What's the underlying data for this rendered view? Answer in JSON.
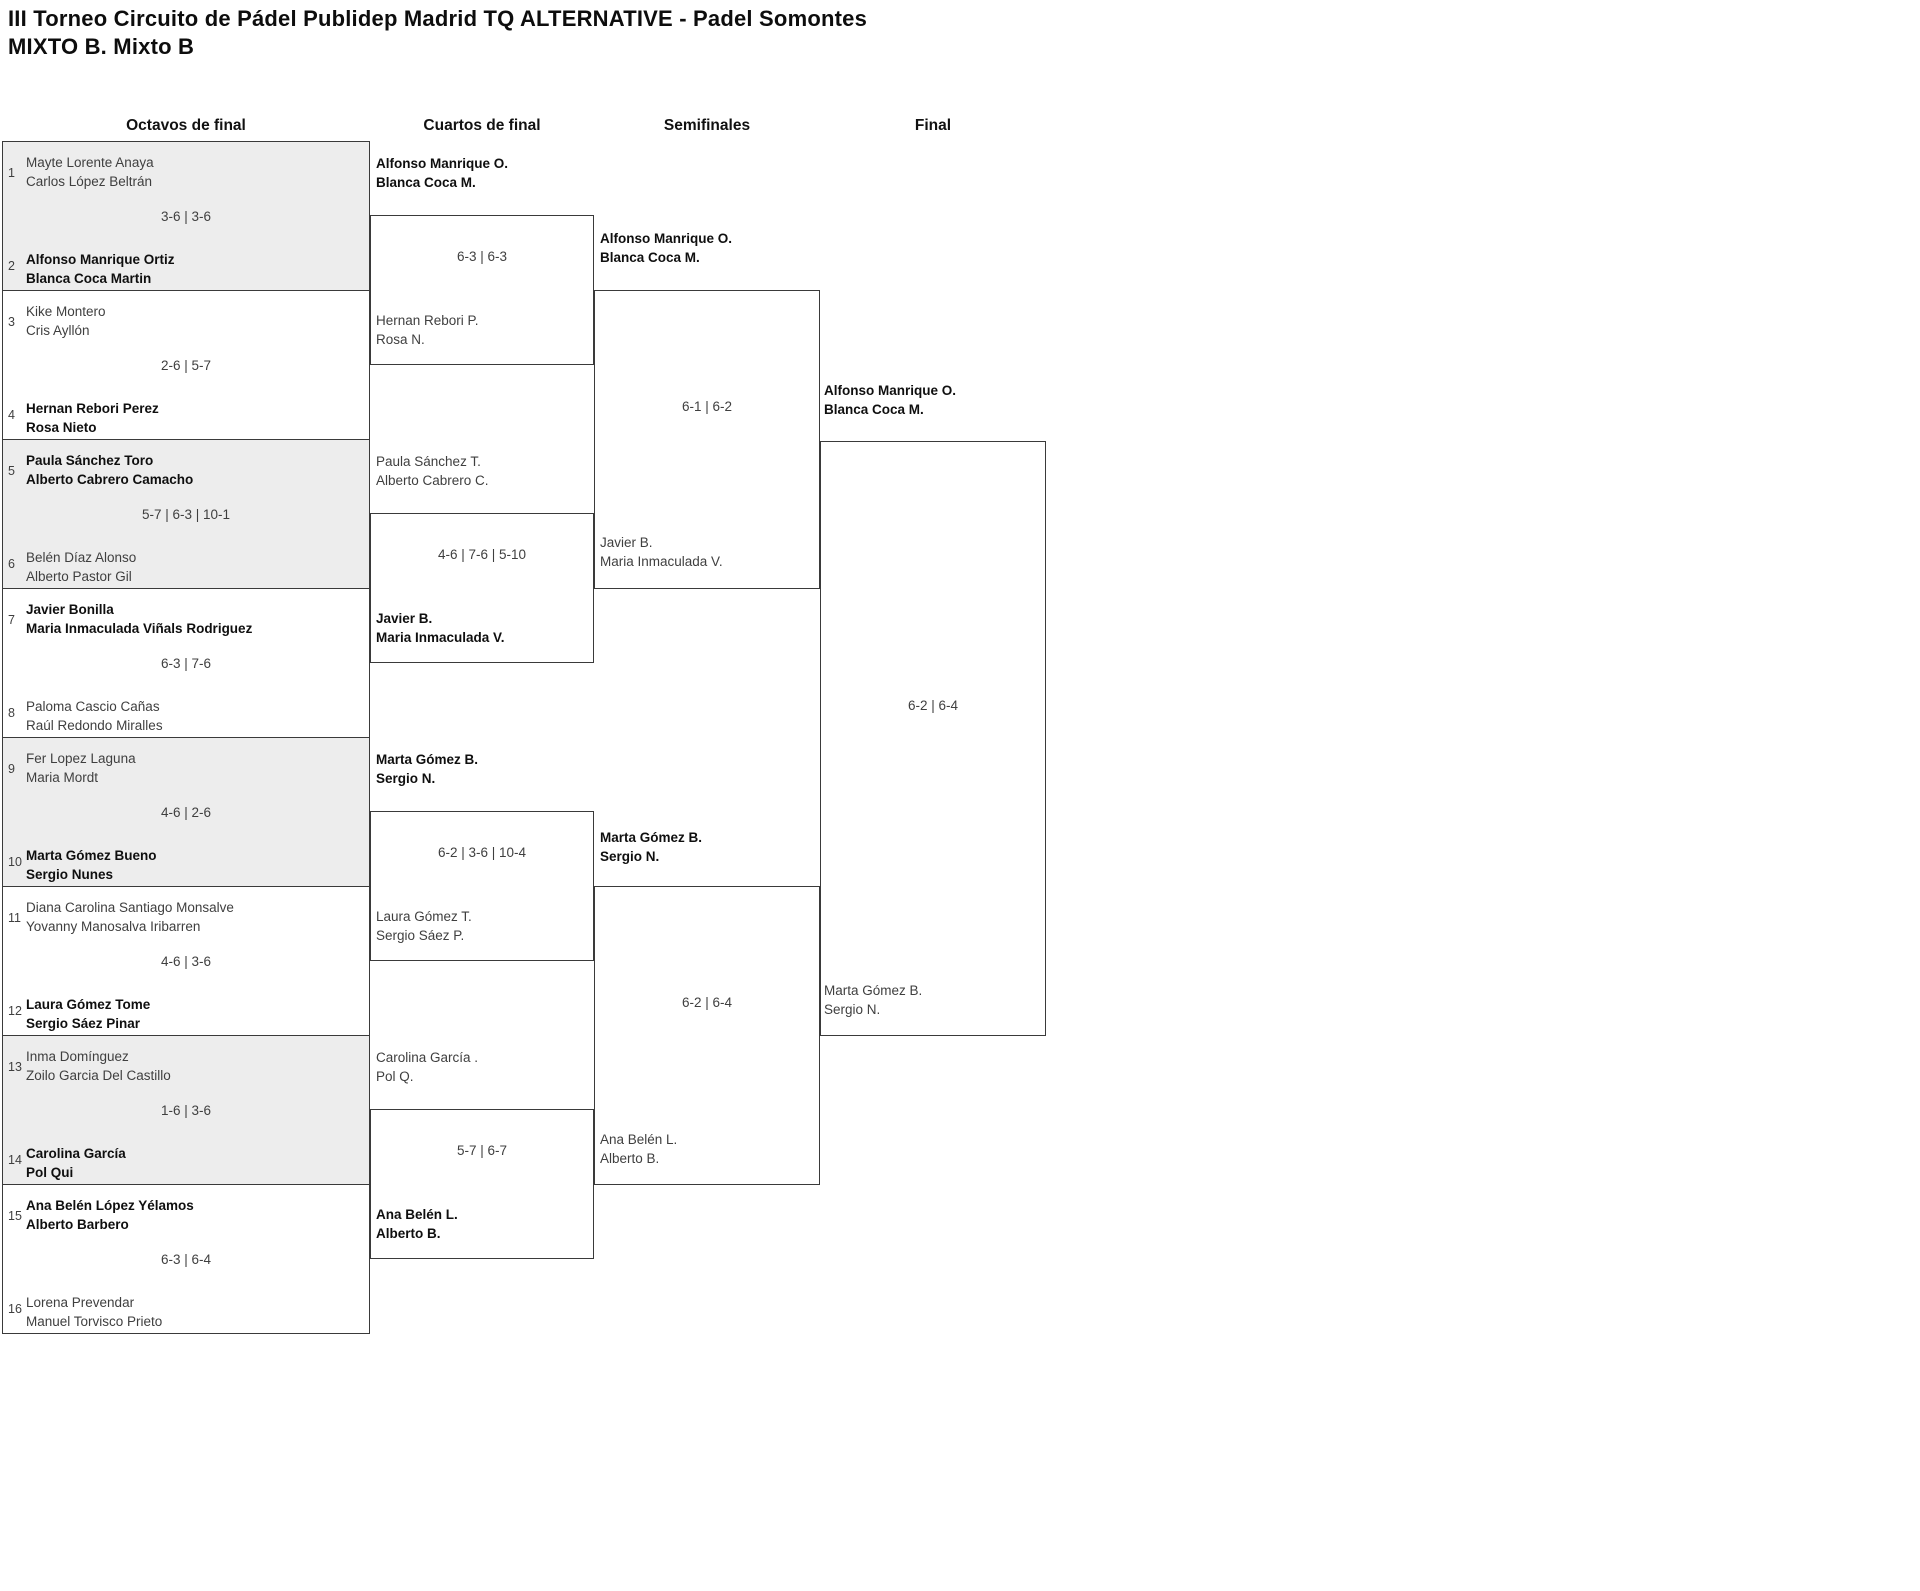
{
  "title": "III Torneo Circuito de Pádel Publidep Madrid TQ ALTERNATIVE - Padel Somontes",
  "subtitle": "MIXTO B. Mixto B",
  "round_headers": [
    "Octavos de final",
    "Cuartos de final",
    "Semifinales",
    "Final"
  ],
  "colors": {
    "shaded_match_bg": "#ededed",
    "box_border": "#3a3a3a",
    "winner_text": "#0f0f0f",
    "regular_text": "#3f3f3f"
  },
  "octavos": [
    {
      "seed_top": "1",
      "team_top": [
        "Mayte Lorente Anaya",
        "Carlos López Beltrán"
      ],
      "top_winner": false,
      "score": "3-6 | 3-6",
      "seed_bottom": "2",
      "team_bottom": [
        "Alfonso Manrique Ortiz",
        "Blanca Coca Martin"
      ],
      "bottom_winner": true,
      "shaded": true
    },
    {
      "seed_top": "3",
      "team_top": [
        "Kike Montero",
        "Cris Ayllón"
      ],
      "top_winner": false,
      "score": "2-6 | 5-7",
      "seed_bottom": "4",
      "team_bottom": [
        "Hernan Rebori Perez",
        "Rosa Nieto"
      ],
      "bottom_winner": true,
      "shaded": false
    },
    {
      "seed_top": "5",
      "team_top": [
        "Paula Sánchez Toro",
        "Alberto Cabrero Camacho"
      ],
      "top_winner": true,
      "score": "5-7 | 6-3 | 10-1",
      "seed_bottom": "6",
      "team_bottom": [
        "Belén Díaz Alonso",
        "Alberto Pastor Gil"
      ],
      "bottom_winner": false,
      "shaded": true
    },
    {
      "seed_top": "7",
      "team_top": [
        "Javier Bonilla",
        "Maria Inmaculada Viñals Rodriguez"
      ],
      "top_winner": true,
      "score": "6-3 | 7-6",
      "seed_bottom": "8",
      "team_bottom": [
        "Paloma Cascio Cañas",
        "Raúl Redondo Miralles"
      ],
      "bottom_winner": false,
      "shaded": false
    },
    {
      "seed_top": "9",
      "team_top": [
        "Fer Lopez Laguna",
        "Maria Mordt"
      ],
      "top_winner": false,
      "score": "4-6 | 2-6",
      "seed_bottom": "10",
      "team_bottom": [
        "Marta Gómez Bueno",
        "Sergio Nunes"
      ],
      "bottom_winner": true,
      "shaded": true
    },
    {
      "seed_top": "11",
      "team_top": [
        "Diana Carolina Santiago Monsalve",
        "Yovanny Manosalva Iribarren"
      ],
      "top_winner": false,
      "score": "4-6 | 3-6",
      "seed_bottom": "12",
      "team_bottom": [
        "Laura Gómez Tome",
        "Sergio Sáez Pinar"
      ],
      "bottom_winner": true,
      "shaded": false
    },
    {
      "seed_top": "13",
      "team_top": [
        "Inma Domínguez",
        "Zoilo Garcia Del Castillo"
      ],
      "top_winner": false,
      "score": "1-6 | 3-6",
      "seed_bottom": "14",
      "team_bottom": [
        "Carolina García",
        "Pol Qui"
      ],
      "bottom_winner": true,
      "shaded": true
    },
    {
      "seed_top": "15",
      "team_top": [
        "Ana Belén López Yélamos",
        "Alberto Barbero"
      ],
      "top_winner": true,
      "score": "6-3 | 6-4",
      "seed_bottom": "16",
      "team_bottom": [
        "Lorena Prevendar",
        "Manuel Torvisco Prieto"
      ],
      "bottom_winner": false,
      "shaded": false
    }
  ],
  "cuartos": [
    {
      "top": [
        "Alfonso Manrique O.",
        "Blanca Coca M."
      ],
      "top_winner": true,
      "score": "6-3 | 6-3",
      "bottom": [
        "Hernan Rebori P.",
        "Rosa N."
      ],
      "bottom_winner": false
    },
    {
      "top": [
        "Paula Sánchez T.",
        "Alberto Cabrero C."
      ],
      "top_winner": false,
      "score": "4-6 | 7-6 | 5-10",
      "bottom": [
        "Javier B.",
        "Maria Inmaculada V."
      ],
      "bottom_winner": true
    },
    {
      "top": [
        "Marta Gómez B.",
        "Sergio N."
      ],
      "top_winner": true,
      "score": "6-2 | 3-6 | 10-4",
      "bottom": [
        "Laura Gómez T.",
        "Sergio Sáez P."
      ],
      "bottom_winner": false
    },
    {
      "top": [
        "Carolina García .",
        "Pol Q."
      ],
      "top_winner": false,
      "score": "5-7 | 6-7",
      "bottom": [
        "Ana Belén L.",
        "Alberto B."
      ],
      "bottom_winner": true
    }
  ],
  "semifinales": [
    {
      "top": [
        "Alfonso Manrique O.",
        "Blanca Coca M."
      ],
      "top_winner": true,
      "score": "6-1 | 6-2",
      "bottom": [
        "Javier B.",
        "Maria Inmaculada V."
      ],
      "bottom_winner": false
    },
    {
      "top": [
        "Marta Gómez B.",
        "Sergio N."
      ],
      "top_winner": true,
      "score": "6-2 | 6-4",
      "bottom": [
        "Ana Belén L.",
        "Alberto B."
      ],
      "bottom_winner": false
    }
  ],
  "final": {
    "top": [
      "Alfonso Manrique O.",
      "Blanca Coca M."
    ],
    "top_winner": true,
    "score": "6-2 | 6-4",
    "bottom": [
      "Marta Gómez B.",
      "Sergio N."
    ],
    "bottom_winner": false
  }
}
